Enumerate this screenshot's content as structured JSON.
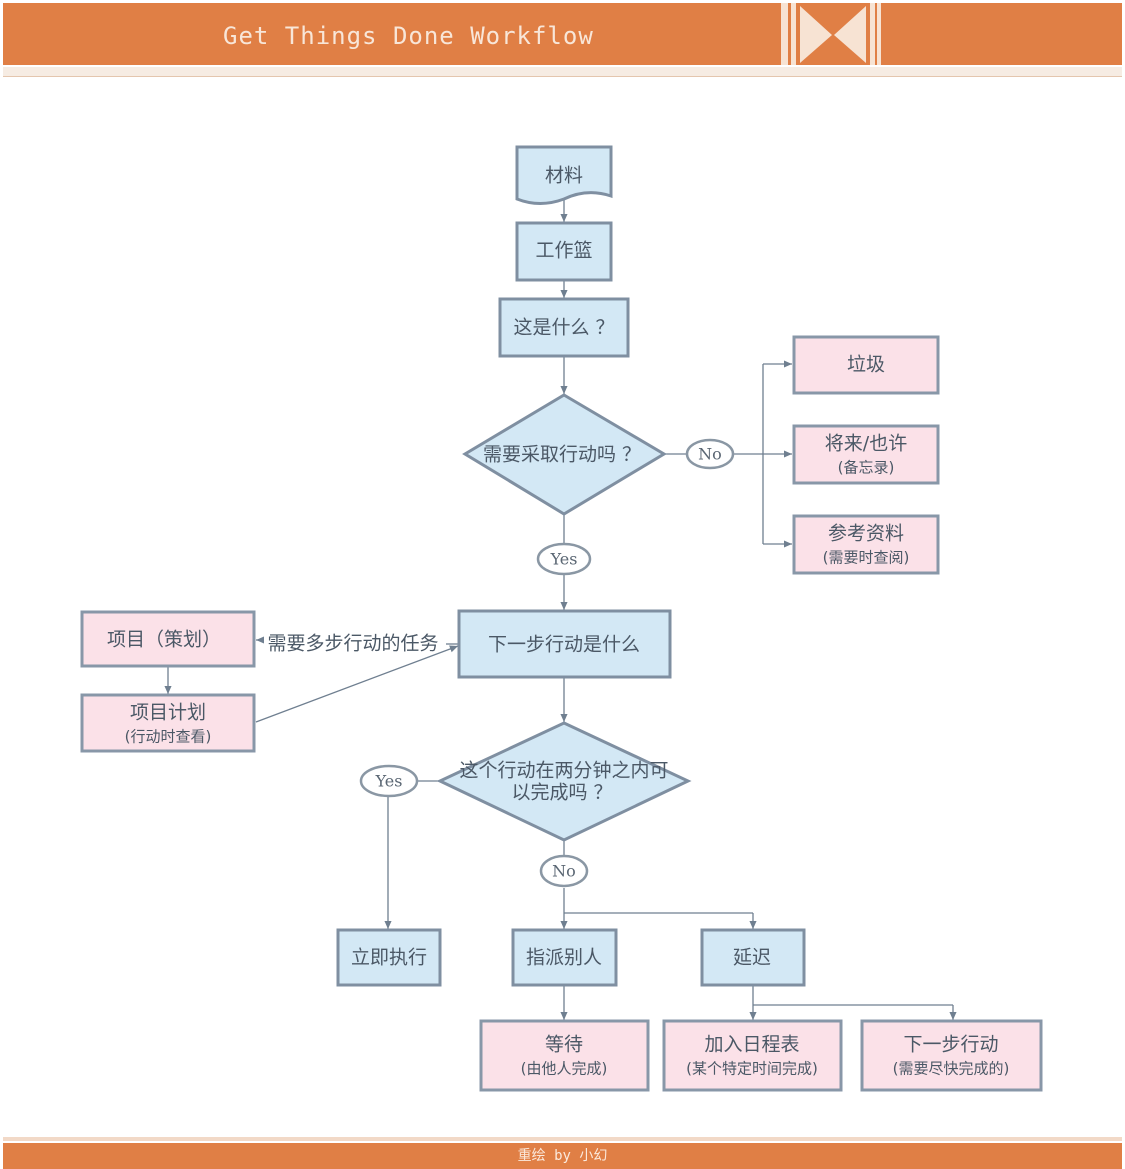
{
  "header": {
    "title": "Get Things Done Workflow"
  },
  "footer": {
    "credit": "重绘 by 小幻"
  },
  "nodes": {
    "material": "材料",
    "inbox": "工作篮",
    "what_is_it": "这是什么 ？",
    "need_action": "需要采取行动吗 ？",
    "trash": "垃圾",
    "someday_line1": "将来/也许",
    "someday_line2": "(备忘录)",
    "reference_line1": "参考资料",
    "reference_line2": "(需要时查阅)",
    "next_action_q": "下一步行动是什么",
    "project": "项目（策划）",
    "project_plan_line1": "项目计划",
    "project_plan_line2": "(行动时查看)",
    "two_min_line1": "这个行动在两分钟之内可",
    "two_min_line2": "以完成吗 ？",
    "do_now": "立即执行",
    "delegate": "指派别人",
    "defer": "延迟",
    "waiting_line1": "等待",
    "waiting_line2": "(由他人完成)",
    "calendar_line1": "加入日程表",
    "calendar_line2": "(某个特定时间完成)",
    "next_actions_line1": "下一步行动",
    "next_actions_line2": "(需要尽快完成的)"
  },
  "edge_labels": {
    "no_action": "No",
    "yes_action": "Yes",
    "multi_step": "需要多步行动的任务",
    "yes_two_min": "Yes",
    "no_two_min": "No"
  },
  "colors": {
    "header": "#e07f45",
    "blue_node": "#d3e8f5",
    "pink_node": "#fbe1e8",
    "border": "#7f8fa1"
  }
}
